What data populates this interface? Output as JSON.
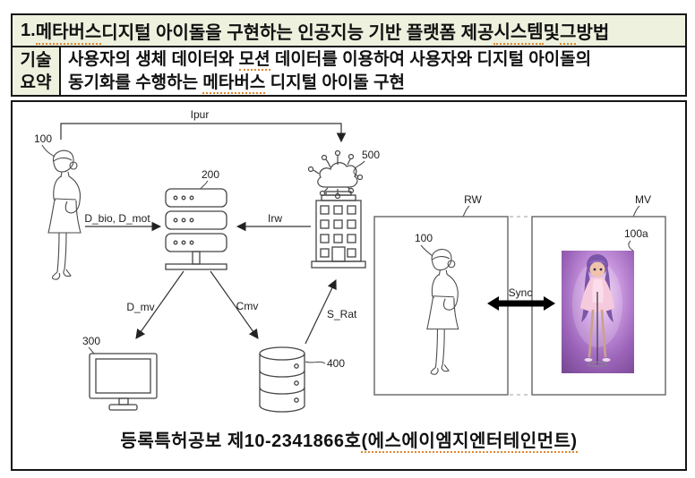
{
  "colors": {
    "table_bg": "#edf1de",
    "underline": "#e0862c",
    "line_art": "#444444",
    "box_border": "#6f6f6f",
    "sync_arrow": "#000000"
  },
  "table": {
    "title_segments": [
      {
        "t": "1. "
      },
      {
        "t": "메타버스",
        "u": true
      },
      {
        "t": " 디지털 아이돌을 구현하는 인공지능 기반 플랫폼 제공 "
      },
      {
        "t": "시스템",
        "u": true
      },
      {
        "t": " 및 "
      },
      {
        "t": "그",
        "u": true
      },
      {
        "t": " 방법"
      }
    ],
    "summary_label_line1": "기술",
    "summary_label_line2": "요약",
    "summary_line1_segments": [
      {
        "t": "사용자의 생체 데이터와 "
      },
      {
        "t": "모션",
        "u": true
      },
      {
        "t": " 데이터를 이용하여 사용자와 디지털 아이돌의"
      }
    ],
    "summary_line2_segments": [
      {
        "t": "동기화를 수행하는 "
      },
      {
        "t": "메타버스",
        "u": true
      },
      {
        "t": " 디지털 아이돌 구현"
      }
    ]
  },
  "diagram": {
    "labels": {
      "ipur": "Ipur",
      "user_ref": "100",
      "server_ref": "200",
      "d_bio_mot": "D_bio, D_mot",
      "irw": "Irw",
      "cloud_ref": "500",
      "d_mv": "D_mv",
      "cmv": "Cmv",
      "s_rat": "S_Rat",
      "monitor_ref": "300",
      "db_ref": "400",
      "rw": "RW",
      "mv": "MV",
      "rw_user_ref": "100",
      "idol_ref": "100a",
      "sync": "Sync"
    }
  },
  "footer": {
    "segments": [
      {
        "t": "등록특허공보 제10-2341866호"
      },
      {
        "t": "(에스에이엠지엔터테인먼트)",
        "u": true
      }
    ]
  }
}
